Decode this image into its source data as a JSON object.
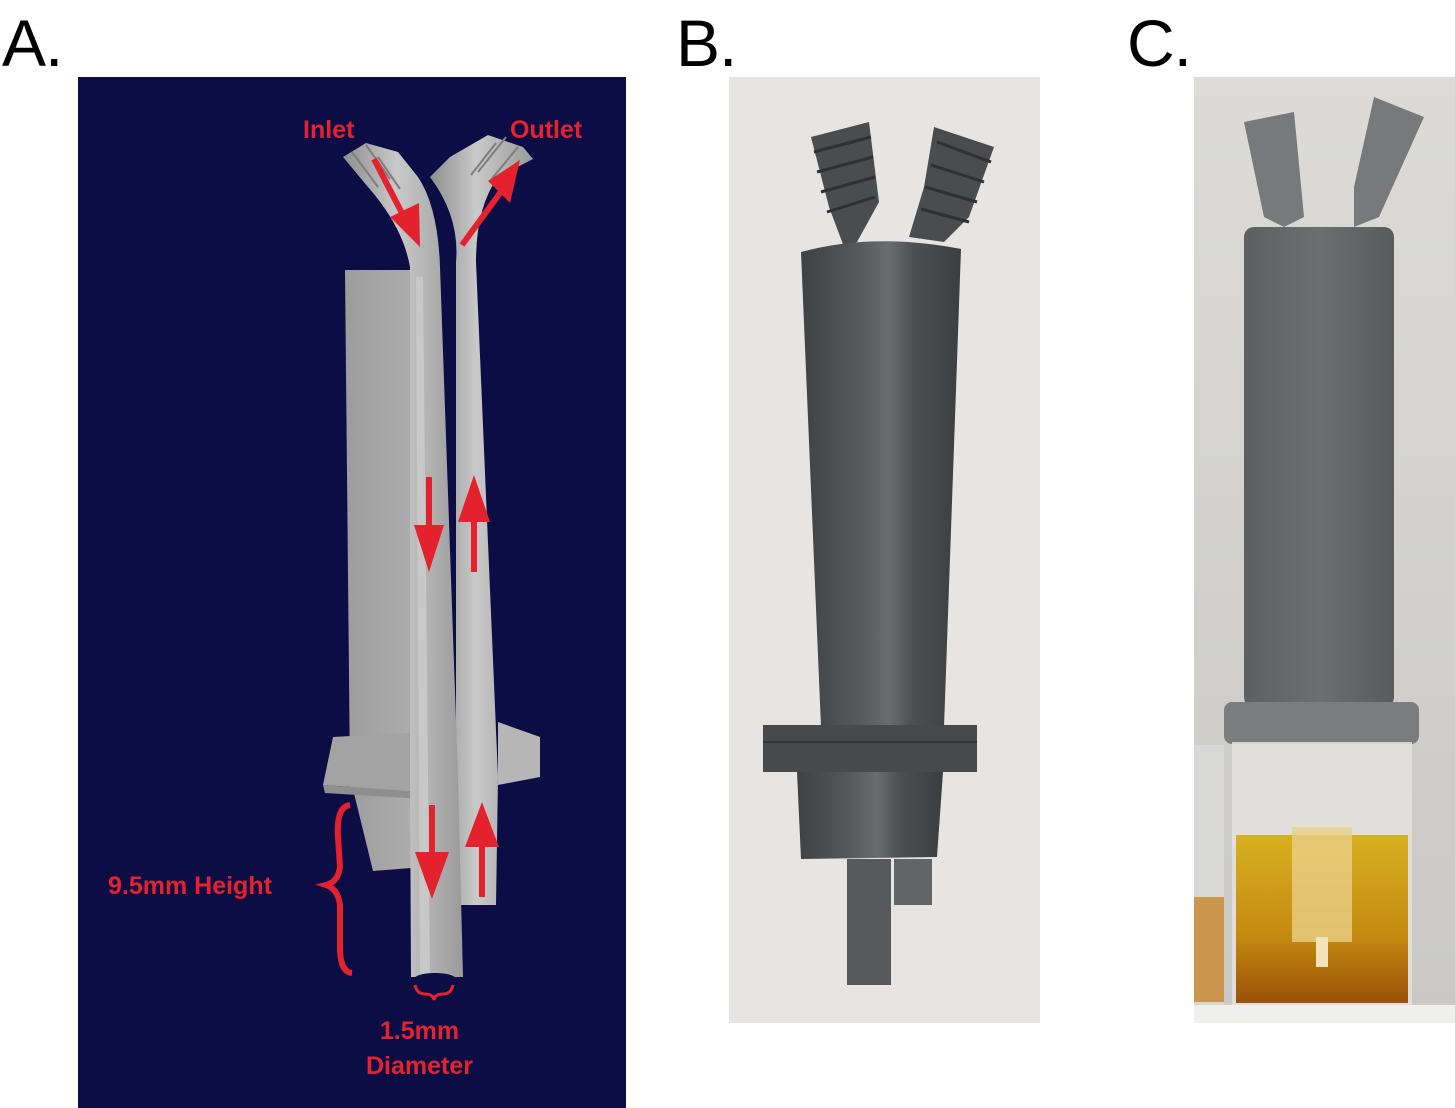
{
  "panels": {
    "a": {
      "letter": "A.",
      "labels": {
        "inlet": "Inlet",
        "outlet": "Outlet",
        "height": "9.5mm Height",
        "diameter_line1": "1.5mm",
        "diameter_line2": "Diameter"
      }
    },
    "b": {
      "letter": "B."
    },
    "c": {
      "letter": "C."
    }
  },
  "colors": {
    "panel_a_background": "#0d0d45",
    "annotation_red": "#e4222d",
    "model_gray": "#a9a9a9",
    "printed_part_gray": "#505254",
    "liquid_amber": "#c48a10"
  }
}
